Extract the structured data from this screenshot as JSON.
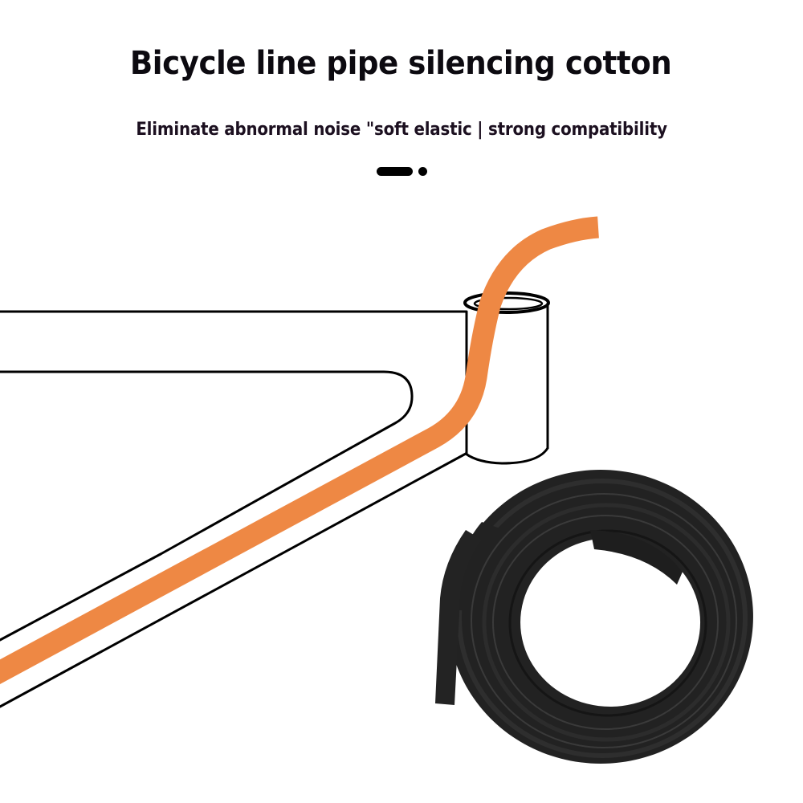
{
  "header": {
    "title": "Bicycle line pipe silencing cotton",
    "subtitle": "Eliminate abnormal noise \"soft elastic | strong compatibility"
  },
  "carousel_indicator": {
    "slides": 2,
    "active_index": 0
  },
  "illustration": {
    "frame": "bicycle-frame-outline",
    "cable": "orange-cable-through-frame",
    "product": "black-foam-tube-coil",
    "colors": {
      "cable": "#EE8844",
      "frame_outline": "#000000",
      "foam_tube": "#222222",
      "background": "#FFFFFF"
    }
  }
}
